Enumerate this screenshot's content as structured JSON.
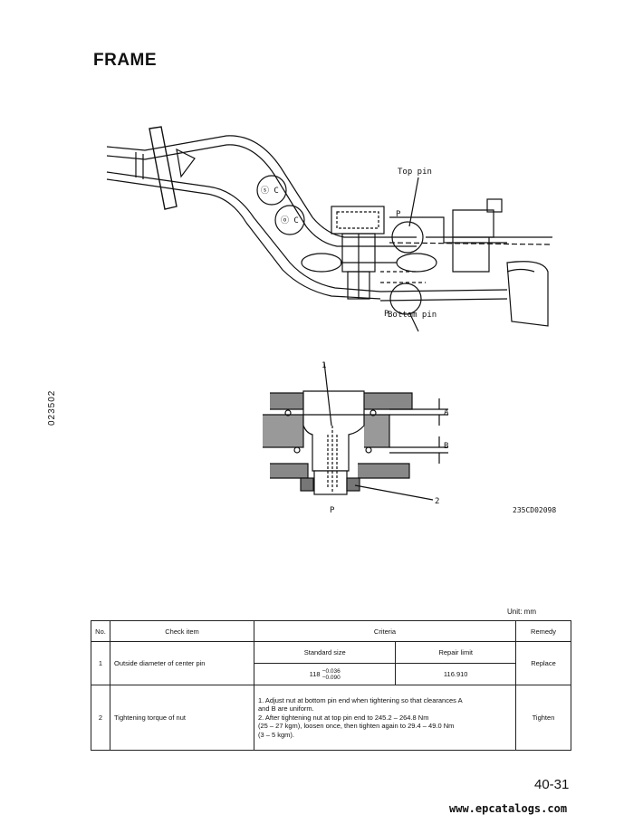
{
  "page": {
    "title": "FRAME",
    "side_code": "023502",
    "page_number": "40-31",
    "watermark": "www.epcatalogs.com"
  },
  "diagram1": {
    "labels": {
      "top_pin": "Top pin",
      "bottom_pin": "Bottom pin",
      "p_top": "P",
      "p_bottom": "P"
    }
  },
  "diagram2": {
    "labels": {
      "part1": "1",
      "part2": "2",
      "clear_a": "A",
      "clear_b": "B",
      "p": "P",
      "figure_code": "235CD02098"
    }
  },
  "table": {
    "unit": "Unit: mm",
    "headers": {
      "no": "No.",
      "check_item": "Check item",
      "criteria": "Criteria",
      "remedy": "Remedy"
    },
    "rows": [
      {
        "no": "1",
        "check_item": "Outside diameter of center pin",
        "sub_headers": {
          "standard": "Standard size",
          "repair": "Repair limit"
        },
        "standard_value": "118",
        "tol_upper": "−0.036",
        "tol_lower": "−0.090",
        "repair_limit": "116.910",
        "remedy": "Replace"
      },
      {
        "no": "2",
        "check_item": "Tightening torque of nut",
        "criteria_1": "1.  Adjust nut at bottom pin end when tightening so that clearances A",
        "criteria_1b": "     and B are uniform.",
        "criteria_2": "2.  After tightening nut at top pin end to 245.2 – 264.8 Nm",
        "criteria_2b": "     (25 – 27 kgm), loosen once, then tighten again to 29.4 – 49.0 Nm",
        "criteria_2c": "     (3 – 5 kgm).",
        "remedy": "Tighten"
      }
    ]
  }
}
